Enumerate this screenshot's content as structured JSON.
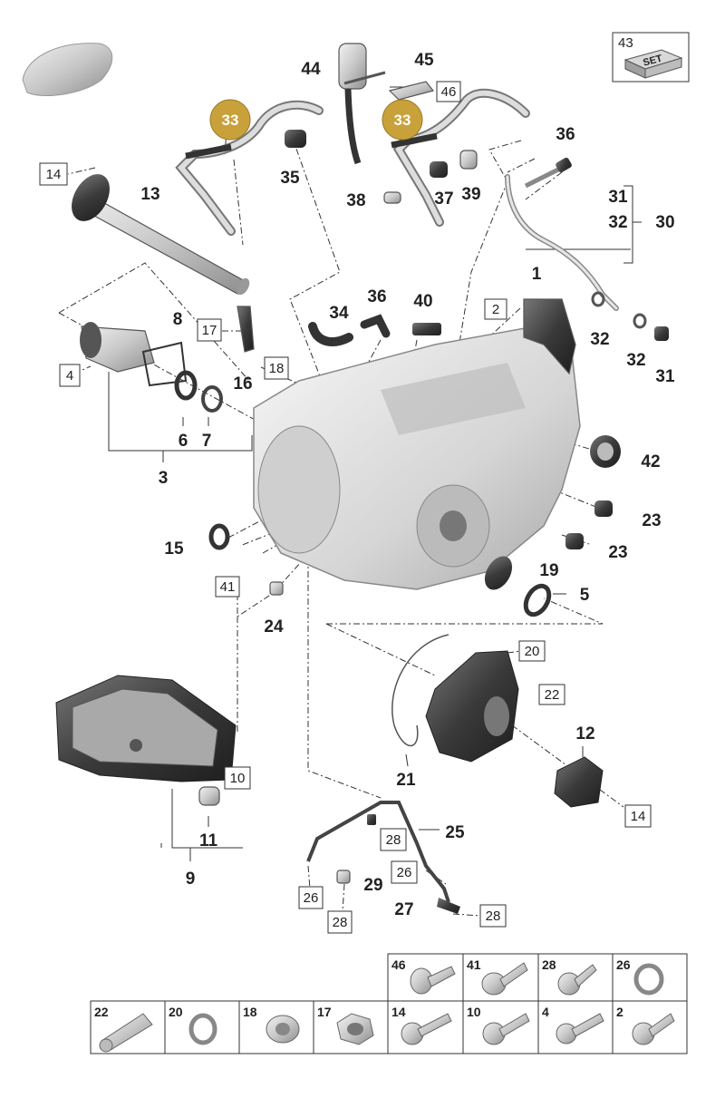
{
  "callouts": {
    "c1": "1",
    "c2": "2",
    "c3": "3",
    "c4": "4",
    "c5": "5",
    "c6": "6",
    "c7": "7",
    "c8": "8",
    "c9": "9",
    "c10": "10",
    "c11": "11",
    "c12": "12",
    "c13": "13",
    "c14": "14",
    "c14b": "14",
    "c15": "15",
    "c16": "16",
    "c17": "17",
    "c18": "18",
    "c19": "19",
    "c20": "20",
    "c21": "21",
    "c22": "22",
    "c23a": "23",
    "c23b": "23",
    "c24": "24",
    "c25": "25",
    "c26a": "26",
    "c26b": "26",
    "c27": "27",
    "c28a": "28",
    "c28b": "28",
    "c28c": "28",
    "c29": "29",
    "c30": "30",
    "c31a": "31",
    "c31b": "31",
    "c32a": "32",
    "c32b": "32",
    "c32c": "32",
    "c33a": "33",
    "c33b": "33",
    "c34": "34",
    "c35": "35",
    "c36a": "36",
    "c36b": "36",
    "c37": "37",
    "c38": "38",
    "c39": "39",
    "c40": "40",
    "c41": "41",
    "c42": "42",
    "c43": "43",
    "c44": "44",
    "c45": "45",
    "c46": "46"
  },
  "set_label": "SET",
  "highlight_color": "#c9a13a",
  "legend": {
    "row1": [
      "46",
      "41",
      "28",
      "26"
    ],
    "row2": [
      "22",
      "20",
      "18",
      "17",
      "14",
      "10",
      "4",
      "2"
    ]
  }
}
